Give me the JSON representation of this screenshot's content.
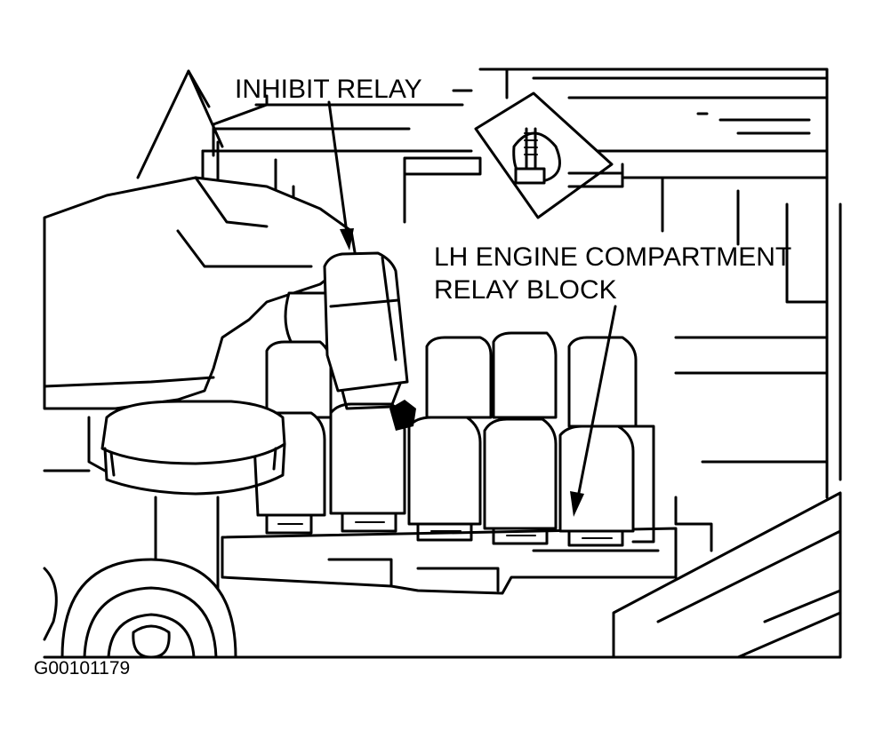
{
  "labels": {
    "inhibit_relay": "INHIBIT RELAY",
    "relay_block_line1": "LH ENGINE COMPARTMENT",
    "relay_block_line2": "RELAY BLOCK"
  },
  "figure_code": "G00101179",
  "colors": {
    "ink": "#000000",
    "paper": "#ffffff"
  }
}
